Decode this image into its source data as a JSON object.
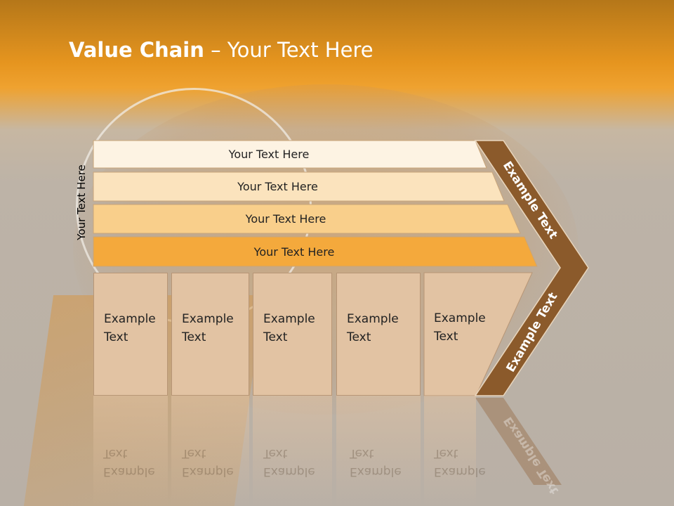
{
  "slide": {
    "title_bold": "Value Chain",
    "title_rest": " – Your Text Here",
    "side_label": "Your Text Here",
    "layers": [
      {
        "label": "Your Text Here",
        "color": "#fdf3e3"
      },
      {
        "label": "Your Text Here",
        "color": "#fbe3bd"
      },
      {
        "label": "Your Text Here",
        "color": "#f9cf8b"
      },
      {
        "label": "Your Text Here",
        "color": "#f4a93c"
      }
    ],
    "activities": [
      {
        "line1": "Example",
        "line2": "Text"
      },
      {
        "line1": "Example",
        "line2": "Text"
      },
      {
        "line1": "Example",
        "line2": "Text"
      },
      {
        "line1": "Example",
        "line2": "Text"
      },
      {
        "line1": "Example",
        "line2": "Text"
      }
    ],
    "chevron_top_text": "Example Text",
    "chevron_bottom_text": "Example Text",
    "colors": {
      "header": "#e6951f",
      "chevron": "#8b5a2b",
      "activity_box": "#e2c3a3"
    }
  }
}
